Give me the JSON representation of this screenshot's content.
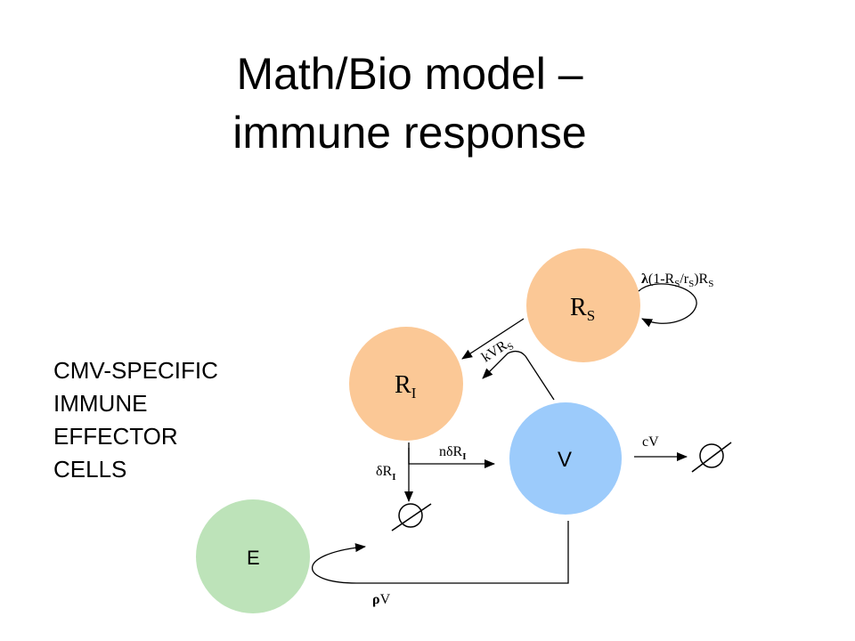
{
  "title": {
    "line1": "Math/Bio model –",
    "line2": "immune response"
  },
  "side_label": {
    "lines": [
      "CMV-SPECIFIC",
      "IMMUNE",
      "EFFECTOR",
      "CELLS"
    ]
  },
  "nodes": {
    "rs": {
      "main": "R",
      "sub": "S",
      "color": "#fbc896"
    },
    "ri": {
      "main": "R",
      "sub": "I",
      "color": "#fbc896"
    },
    "v": {
      "label": "V",
      "color": "#9ccbfb"
    },
    "e": {
      "label": "E",
      "color": "#bde3b9"
    }
  },
  "edges": {
    "logistic": {
      "lambda": "λ",
      "open": "(1-R",
      "s1": "S",
      "slash": "/r",
      "s2": "S",
      "close": ")R",
      "s3": "S"
    },
    "infection": {
      "main": "kVR",
      "sub": "S"
    },
    "death": {
      "delta": "δR",
      "sub": "I"
    },
    "burst": {
      "pre": "nδR",
      "sub": "I"
    },
    "clearance": {
      "label": "cV"
    },
    "stimulation": {
      "rho": "ρ",
      "v": "V"
    }
  },
  "sinks": {
    "symbol": "empty-set-icon"
  }
}
